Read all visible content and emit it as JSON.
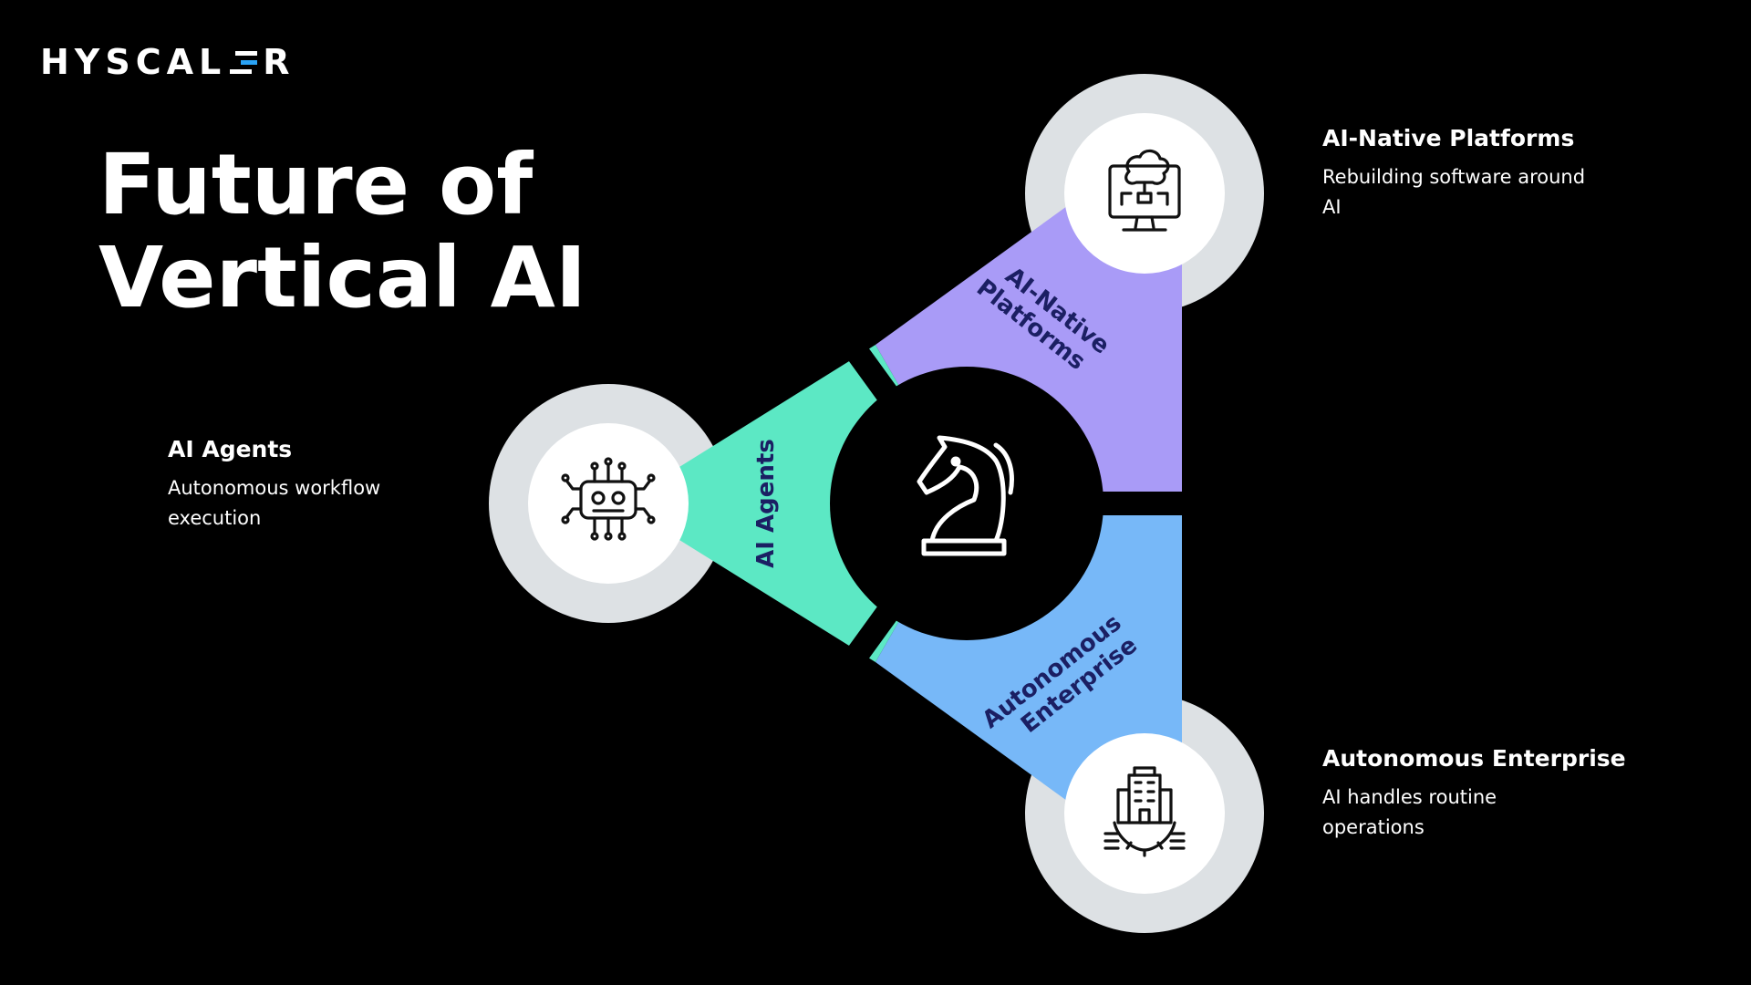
{
  "brand": {
    "logo_left": "HYSCAL",
    "logo_right": "R",
    "accent": "#2aa3f5"
  },
  "title": {
    "line1": "Future of",
    "line2": "Vertical AI"
  },
  "center": {
    "icon": "chess-knight-icon"
  },
  "segments": [
    {
      "id": "agents",
      "label": "AI Agents",
      "heading": "AI Agents",
      "description_line1": "Autonomous workflow",
      "description_line2": "execution",
      "color": "#5ce8c4",
      "icon": "robot-chip-icon"
    },
    {
      "id": "native",
      "label_line1": "AI-Native",
      "label_line2": "Platforms",
      "heading": "AI-Native Platforms",
      "description_line1": "Rebuilding software around",
      "description_line2": "AI",
      "color": "#a99bf7",
      "icon": "brain-monitor-icon"
    },
    {
      "id": "enterprise",
      "label_line1": "Autonomous",
      "label_line2": "Enterprise",
      "heading": "Autonomous Enterprise",
      "description_line1": "AI handles routine",
      "description_line2": "operations",
      "color": "#77b8f8",
      "icon": "building-gear-icon"
    }
  ],
  "colors": {
    "background": "#000000",
    "ring": "#dde1e4",
    "icon_fill": "#ffffff",
    "segment_text": "#1b1f63"
  }
}
